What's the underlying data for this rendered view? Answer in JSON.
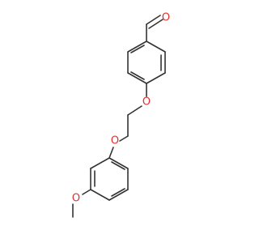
{
  "molecule": {
    "atoms": {
      "aldehyde_oxygen": "O",
      "ether_oxygen_1": "O",
      "ether_oxygen_2": "O",
      "methoxy_oxygen": "O"
    }
  },
  "colors": {
    "bond": "#333333",
    "oxygen": "#e03030",
    "background": "#ffffff"
  }
}
